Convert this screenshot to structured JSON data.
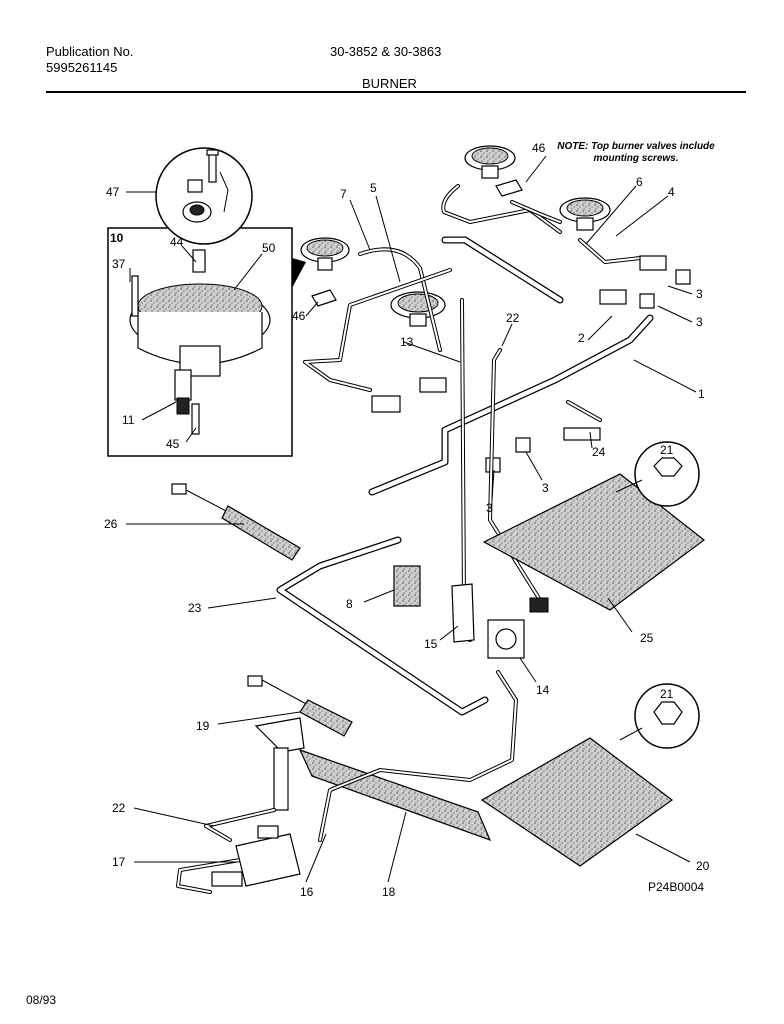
{
  "header": {
    "publication_label": "Publication No.",
    "publication_number": "5995261145",
    "models": "30-3852 & 30-3863",
    "section_title": "BURNER"
  },
  "note": "NOTE: Top burner valves include mounting screws.",
  "diagram_code": "P24B0004",
  "date_code": "08/93",
  "callouts": {
    "c47": "47",
    "c46a": "46",
    "c7": "7",
    "c5": "5",
    "c6": "6",
    "c4": "4",
    "c10": "10",
    "c44": "44",
    "c50": "50",
    "c37": "37",
    "c46b": "46",
    "c3a": "3",
    "c3b": "3",
    "c22a": "22",
    "c2": "2",
    "c13": "13",
    "c1": "1",
    "c11": "11",
    "c45": "45",
    "c24": "24",
    "c21a": "21",
    "c3c": "3",
    "c3d": "3",
    "c26": "26",
    "c8": "8",
    "c23": "23",
    "c15": "15",
    "c25": "25",
    "c14": "14",
    "c21b": "21",
    "c19": "19",
    "c22b": "22",
    "c17": "17",
    "c16": "16",
    "c18": "18",
    "c20": "20"
  }
}
